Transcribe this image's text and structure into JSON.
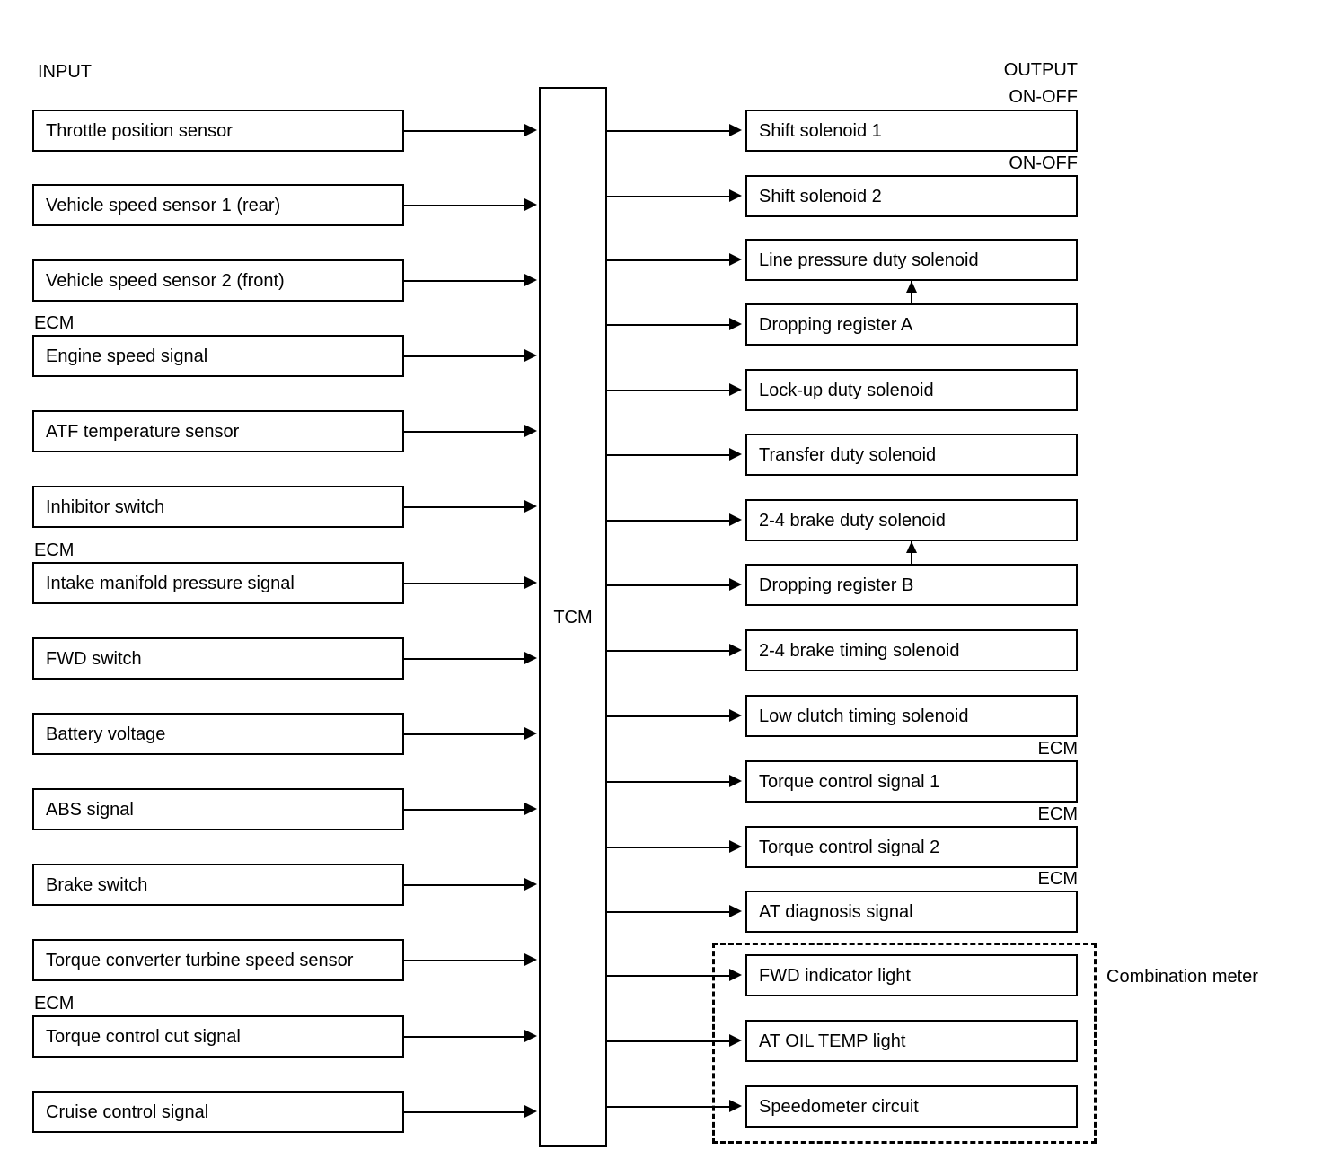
{
  "headers": {
    "input": "INPUT",
    "output": "OUTPUT"
  },
  "tcm": {
    "label": "TCM"
  },
  "meter_group": {
    "label": "Combination meter"
  },
  "inputs": [
    {
      "label": "Throttle position sensor",
      "caption": ""
    },
    {
      "label": "Vehicle speed sensor 1 (rear)",
      "caption": ""
    },
    {
      "label": "Vehicle speed sensor 2 (front)",
      "caption": ""
    },
    {
      "label": "Engine speed signal",
      "caption": "ECM"
    },
    {
      "label": "ATF temperature sensor",
      "caption": ""
    },
    {
      "label": "Inhibitor switch",
      "caption": ""
    },
    {
      "label": "Intake manifold pressure signal",
      "caption": "ECM"
    },
    {
      "label": "FWD switch",
      "caption": ""
    },
    {
      "label": "Battery voltage",
      "caption": ""
    },
    {
      "label": "ABS signal",
      "caption": ""
    },
    {
      "label": "Brake switch",
      "caption": ""
    },
    {
      "label": "Torque converter turbine speed sensor",
      "caption": ""
    },
    {
      "label": "Torque control cut signal",
      "caption": "ECM"
    },
    {
      "label": "Cruise control signal",
      "caption": ""
    }
  ],
  "outputs": [
    {
      "label": "Shift solenoid 1",
      "caption": "ON-OFF"
    },
    {
      "label": "Shift solenoid 2",
      "caption": "ON-OFF"
    },
    {
      "label": "Line pressure duty solenoid",
      "caption": ""
    },
    {
      "label": "Dropping register A",
      "caption": ""
    },
    {
      "label": "Lock-up duty solenoid",
      "caption": ""
    },
    {
      "label": "Transfer duty solenoid",
      "caption": ""
    },
    {
      "label": "2-4 brake duty solenoid",
      "caption": ""
    },
    {
      "label": "Dropping register B",
      "caption": ""
    },
    {
      "label": "2-4 brake timing solenoid",
      "caption": ""
    },
    {
      "label": "Low clutch timing solenoid",
      "caption": ""
    },
    {
      "label": "Torque control signal 1",
      "caption": "ECM"
    },
    {
      "label": "Torque control signal 2",
      "caption": "ECM"
    },
    {
      "label": "AT diagnosis signal",
      "caption": "ECM"
    },
    {
      "label": "FWD indicator light",
      "caption": ""
    },
    {
      "label": "AT OIL TEMP light",
      "caption": ""
    },
    {
      "label": "Speedometer circuit",
      "caption": ""
    }
  ],
  "colors": {
    "line": "#000000",
    "background": "#ffffff"
  }
}
